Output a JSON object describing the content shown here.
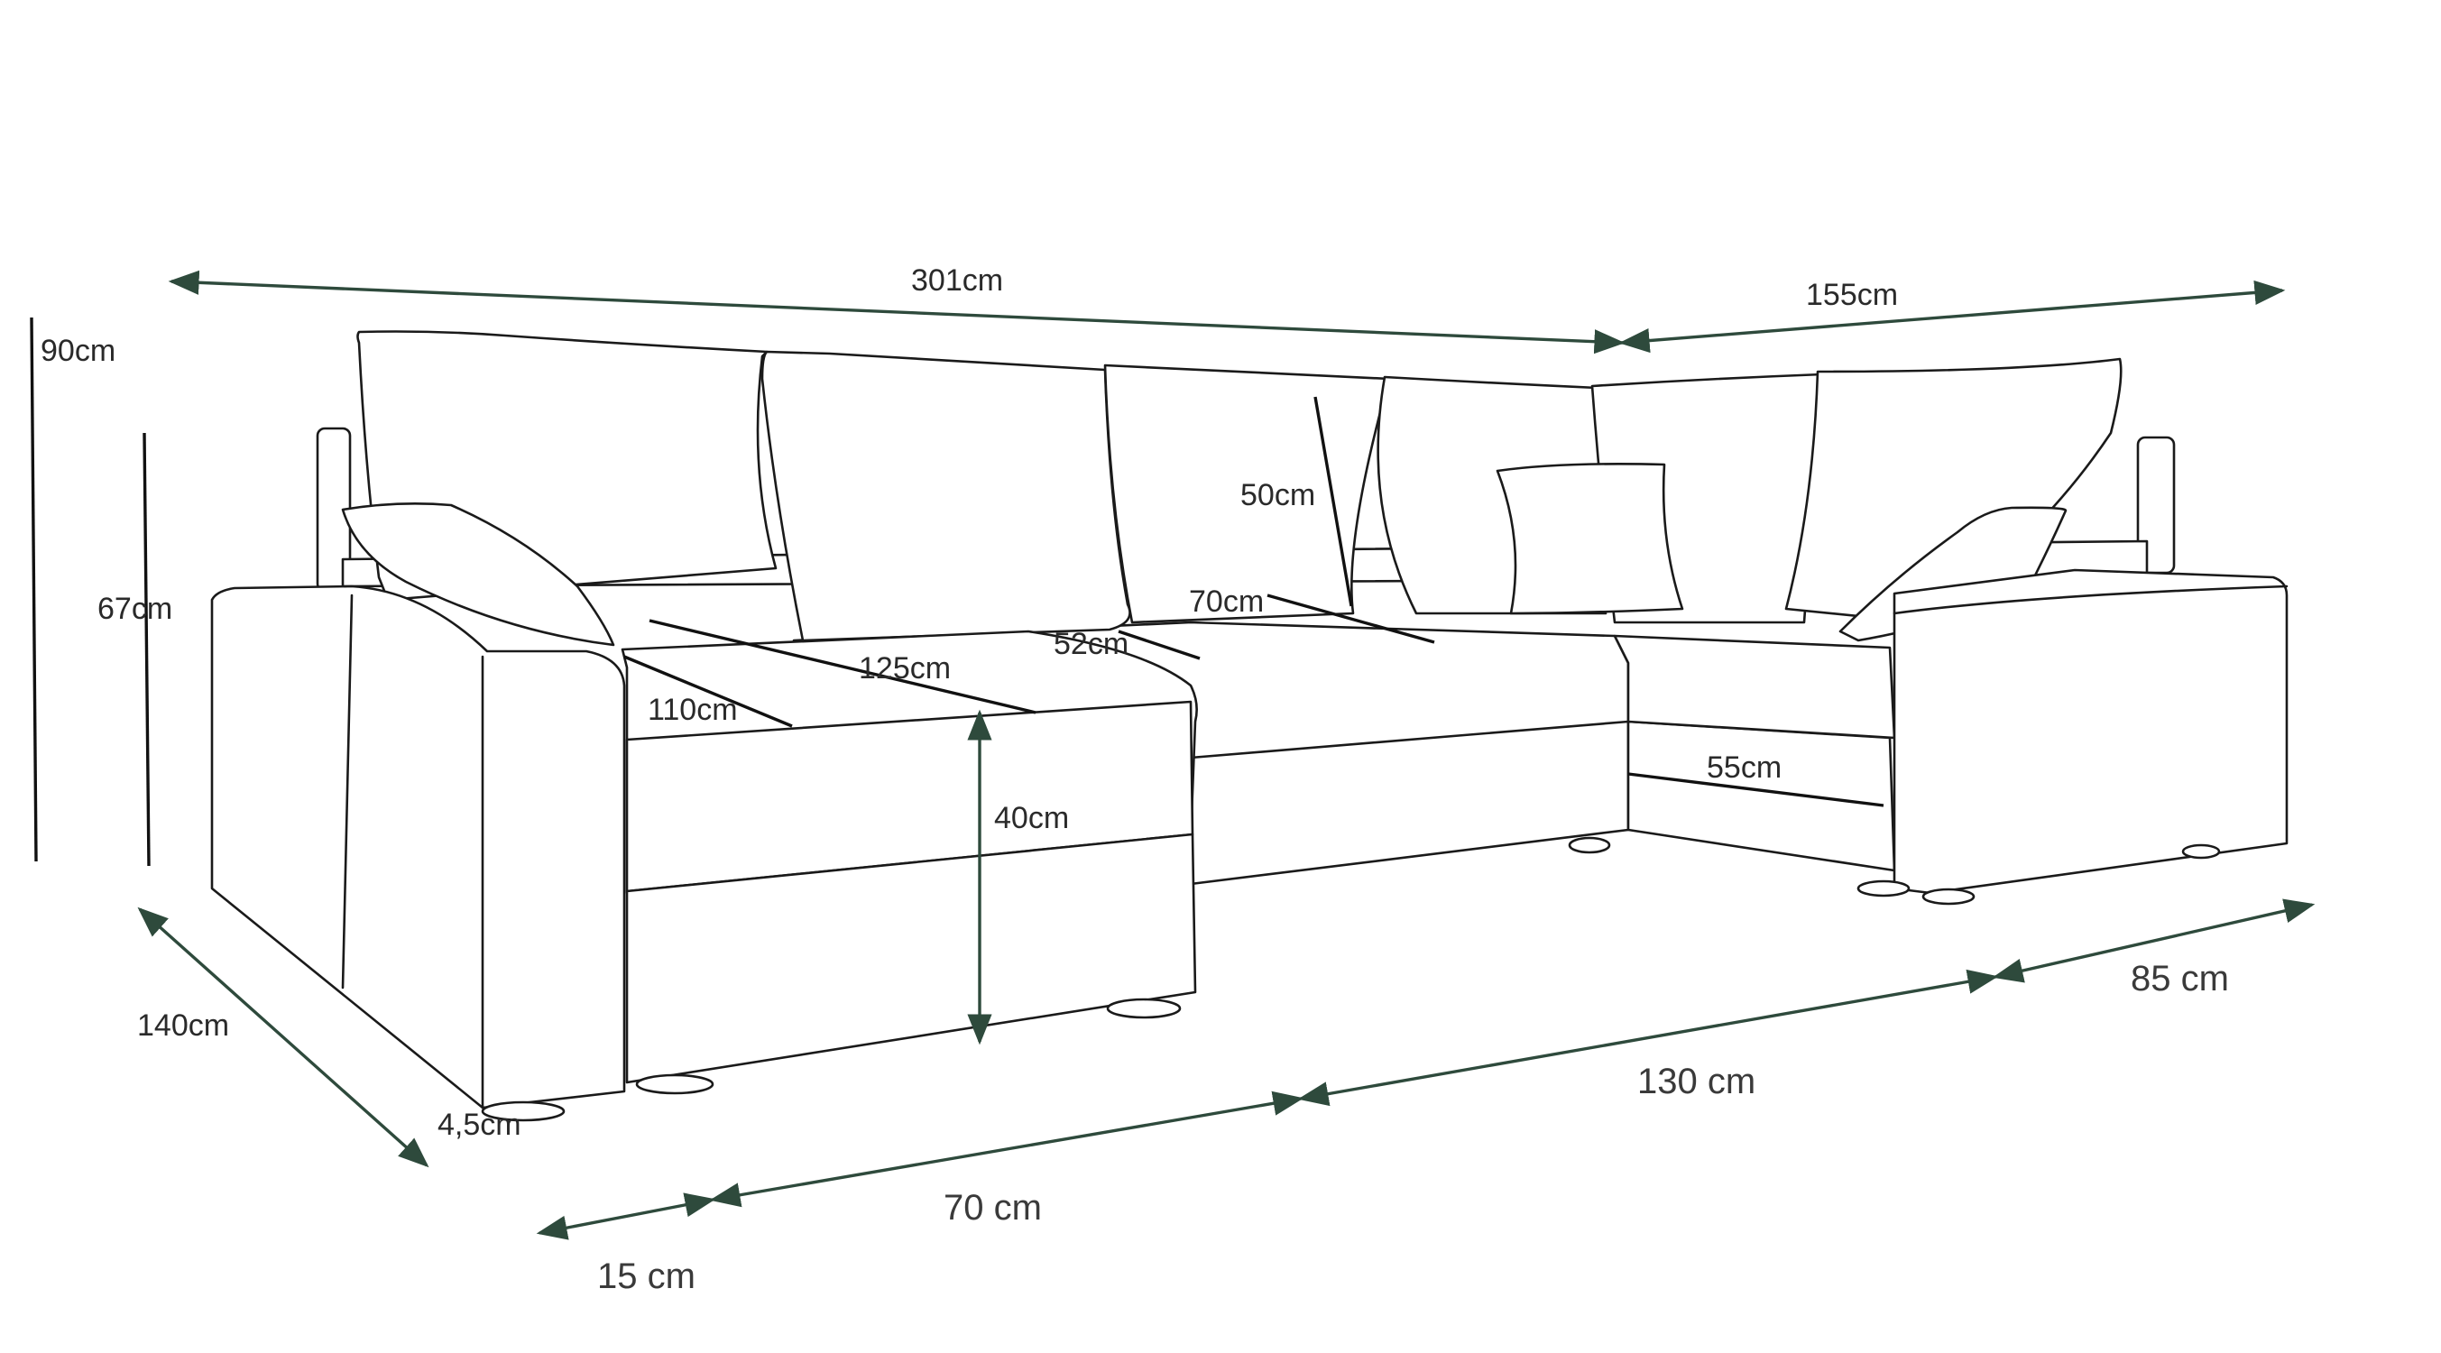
{
  "diagram": {
    "colors": {
      "outline": "#1a1a1a",
      "dimension_line": "#2e4a3c",
      "background": "#ffffff"
    },
    "labels": {
      "total_length": "301cm",
      "right_section": "155cm",
      "total_height": "90cm",
      "back_height": "67cm",
      "depth": "140cm",
      "leg_height": "4,5cm",
      "cushion_height": "50cm",
      "seat_depth_main": "70cm",
      "backrest_depth": "52cm",
      "chaise_length": "125cm",
      "chaise_width": "110cm",
      "seat_height": "40cm",
      "side_seat_depth": "55cm",
      "armrest_width": "15 cm",
      "chaise_front": "70 cm",
      "middle_section": "130 cm",
      "right_end": "85 cm"
    }
  }
}
